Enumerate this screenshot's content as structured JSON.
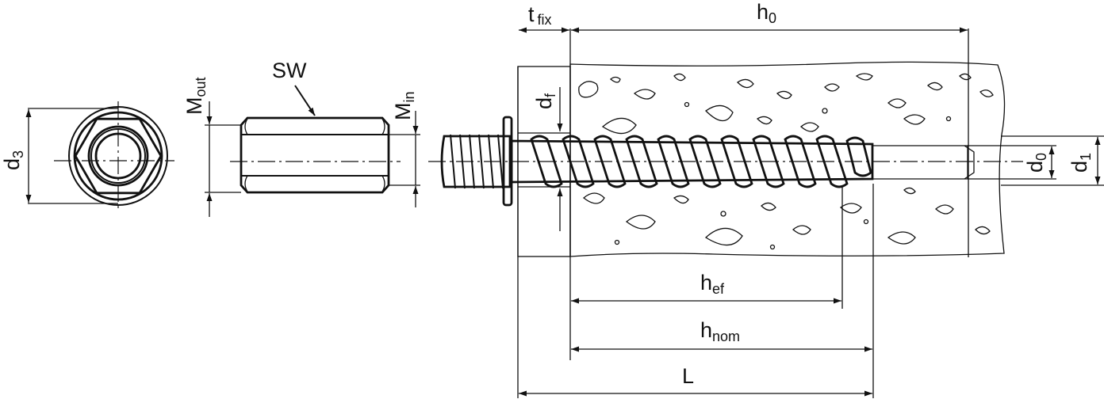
{
  "labels": {
    "d3": {
      "main": "d",
      "sub": "3"
    },
    "m_out": {
      "main": "M",
      "sub": "out"
    },
    "sw": {
      "main": "SW"
    },
    "m_in": {
      "main": "M",
      "sub": "in"
    },
    "t_fix": {
      "main": "t",
      "sub": "fix"
    },
    "h0": {
      "main": "h",
      "sub": "0"
    },
    "df": {
      "main": "d",
      "sub": "f"
    },
    "d0": {
      "main": "d",
      "sub": "0"
    },
    "d1": {
      "main": "d",
      "sub": "1"
    },
    "h_ef": {
      "main": "h",
      "sub": "ef"
    },
    "h_nom": {
      "main": "h",
      "sub": "nom"
    },
    "L": {
      "main": "L"
    }
  },
  "colors": {
    "line": "#111111",
    "background": "#ffffff"
  }
}
